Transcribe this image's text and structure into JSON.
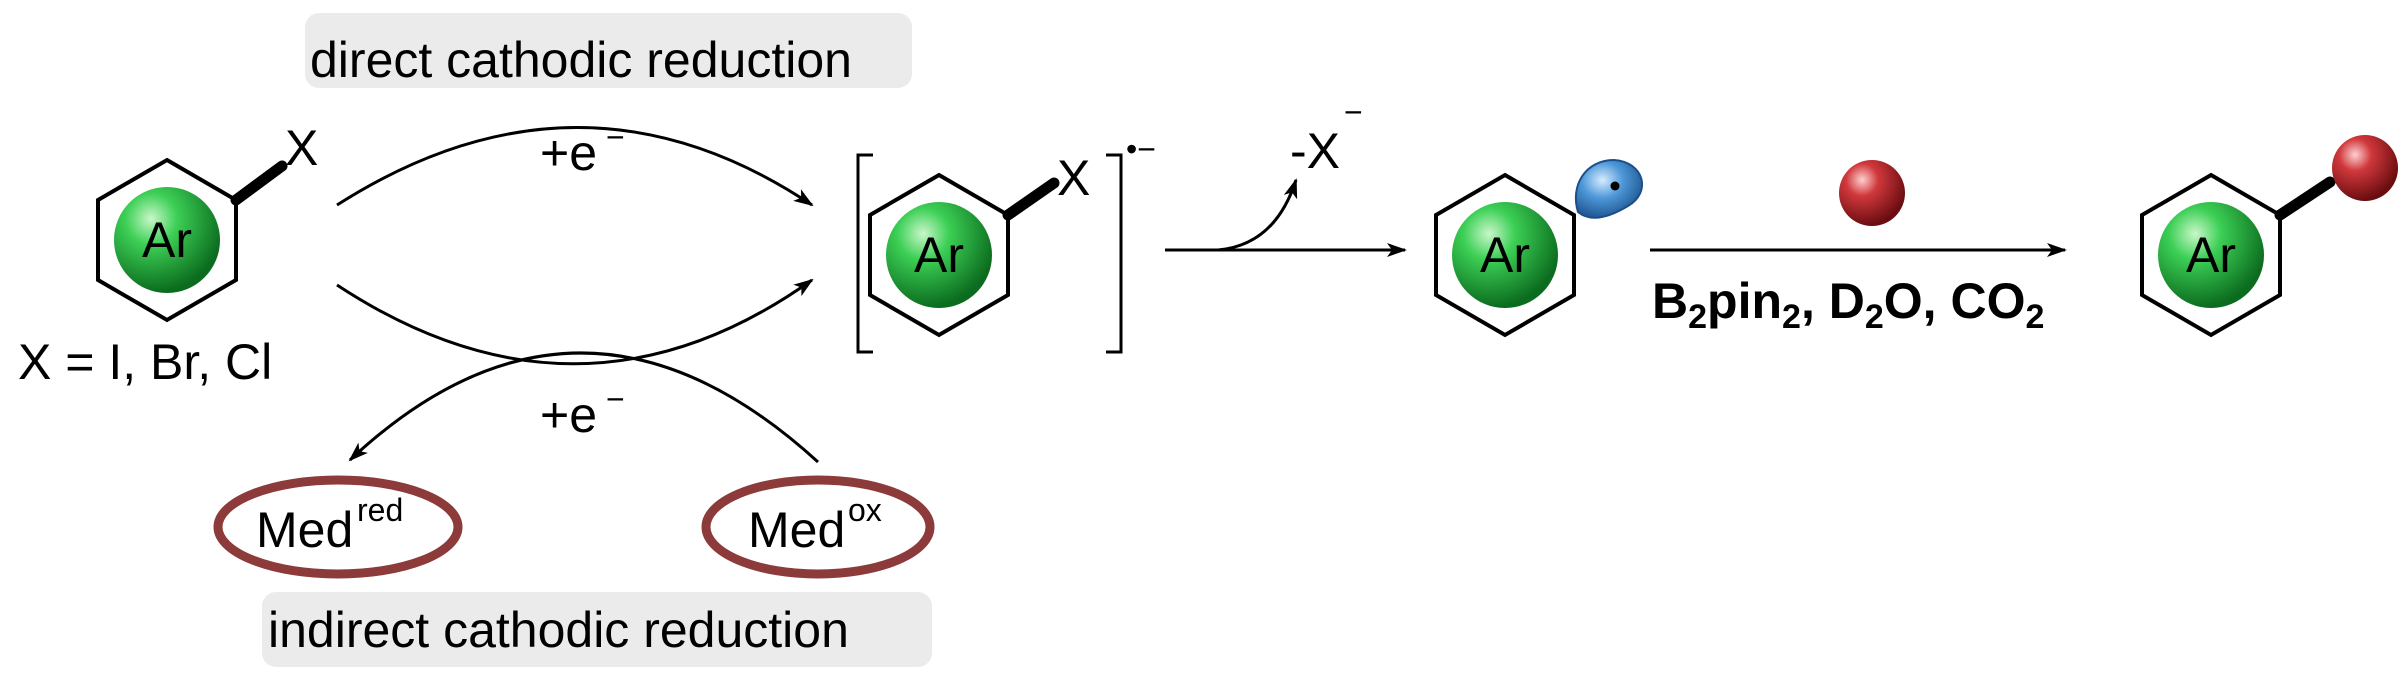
{
  "labels": {
    "direct": "direct cathodic reduction",
    "indirect": "indirect cathodic reduction",
    "x_definition": "X = I, Br, Cl",
    "plus_e_top": "+e",
    "plus_e_bottom": "+e",
    "electron_superscript": "−",
    "leaving_group": "-X",
    "leaving_charge": "−",
    "radical_anion_mark": "•−",
    "substituent": "X",
    "ring_label": "Ar"
  },
  "mediators": {
    "reduced_base": "Med",
    "reduced_sup": "red",
    "oxidized_base": "Med",
    "oxidized_sup": "ox"
  },
  "reagents": {
    "b2pin2_main": "B",
    "b2pin2_sub": "2",
    "b2pin2_tail": "pin",
    "b2pin2_sub2": "2",
    "sep1": ", ",
    "d2o_main": "D",
    "d2o_sub": "2",
    "d2o_tail": "O",
    "sep2": ", ",
    "co2_main": "CO",
    "co2_sub": "2"
  },
  "colors": {
    "ar_sphere": "#1aa83a",
    "electrophile_sphere": "#c0262c",
    "radical_orbital": "#2f7cc1",
    "mediator_ring": "#8c3a3a",
    "label_box": "#ebebeb"
  }
}
